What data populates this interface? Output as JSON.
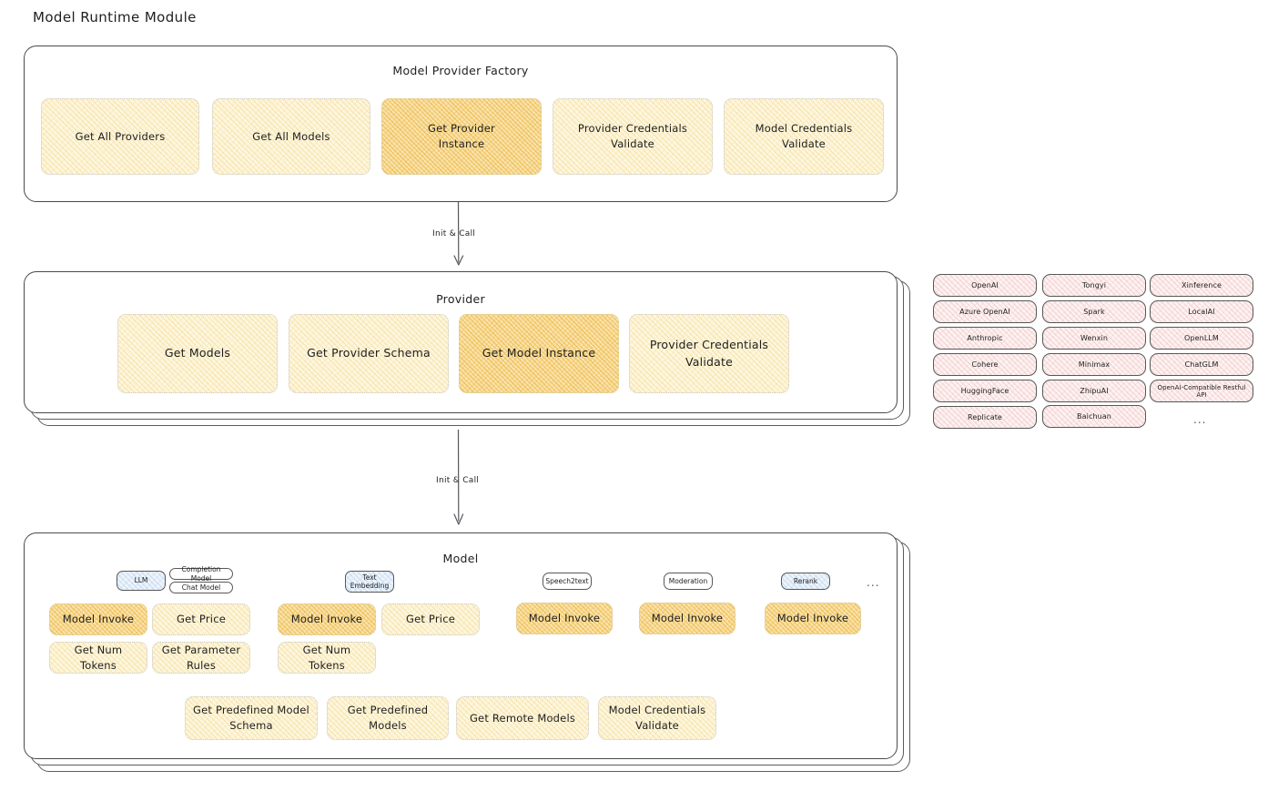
{
  "page": {
    "title": "Model Runtime Module"
  },
  "factory": {
    "title": "Model Provider Factory",
    "items": [
      {
        "label": "Get All Providers",
        "highlighted": false
      },
      {
        "label": "Get All Models",
        "highlighted": false
      },
      {
        "label": "Get Provider\nInstance",
        "highlighted": true
      },
      {
        "label": "Provider Credentials\nValidate",
        "highlighted": false
      },
      {
        "label": "Model Credentials\nValidate",
        "highlighted": false
      }
    ]
  },
  "connectors": [
    {
      "label": "Init & Call"
    },
    {
      "label": "Init & Call"
    }
  ],
  "provider": {
    "title": "Provider",
    "items": [
      {
        "label": "Get Models",
        "highlighted": false
      },
      {
        "label": "Get Provider Schema",
        "highlighted": false
      },
      {
        "label": "Get Model Instance",
        "highlighted": true
      },
      {
        "label": "Provider Credentials\nValidate",
        "highlighted": false
      }
    ]
  },
  "provider_list": {
    "column1": [
      "OpenAI",
      "Azure OpenAI",
      "Anthropic",
      "Cohere",
      "HuggingFace",
      "Replicate"
    ],
    "column2": [
      "Tongyi",
      "Spark",
      "Wenxin",
      "Minimax",
      "ZhipuAI",
      "Baichuan"
    ],
    "column3": [
      "Xinference",
      "LocalAI",
      "OpenLLM",
      "ChatGLM",
      "OpenAI-Compatible Restful API"
    ],
    "more": "..."
  },
  "model": {
    "title": "Model",
    "more": "...",
    "groups": [
      {
        "tag": "LLM",
        "tag_style": "blue",
        "subtags": [
          "Completion Model",
          "Chat Model"
        ],
        "items": [
          {
            "label": "Model Invoke",
            "highlighted": true
          },
          {
            "label": "Get Price",
            "highlighted": false
          },
          {
            "label": "Get Num Tokens",
            "highlighted": false
          },
          {
            "label": "Get Parameter\nRules",
            "highlighted": false
          }
        ]
      },
      {
        "tag": "Text\nEmbedding",
        "tag_style": "blue",
        "subtags": [],
        "items": [
          {
            "label": "Model Invoke",
            "highlighted": true
          },
          {
            "label": "Get Price",
            "highlighted": false
          },
          {
            "label": "Get Num Tokens",
            "highlighted": false
          }
        ]
      },
      {
        "tag": "Speech2text",
        "tag_style": "plain",
        "subtags": [],
        "items": [
          {
            "label": "Model Invoke",
            "highlighted": true
          }
        ]
      },
      {
        "tag": "Moderation",
        "tag_style": "plain",
        "subtags": [],
        "items": [
          {
            "label": "Model Invoke",
            "highlighted": true
          }
        ]
      },
      {
        "tag": "Rerank",
        "tag_style": "blue",
        "subtags": [],
        "items": [
          {
            "label": "Model Invoke",
            "highlighted": true
          }
        ]
      }
    ],
    "shared": [
      {
        "label": "Get Predefined Model\nSchema",
        "highlighted": false
      },
      {
        "label": "Get Predefined\nModels",
        "highlighted": false
      },
      {
        "label": "Get Remote Models",
        "highlighted": false
      },
      {
        "label": "Model Credentials\nValidate",
        "highlighted": false
      }
    ]
  },
  "colors": {
    "fill_yellow": "#fdf6df",
    "fill_yellow_highlight": "#fae3ad",
    "fill_pink": "#fdf2f2",
    "fill_blue": "#eef4fb",
    "stroke": "#4a4a4a",
    "text": "#1e1e1e"
  }
}
